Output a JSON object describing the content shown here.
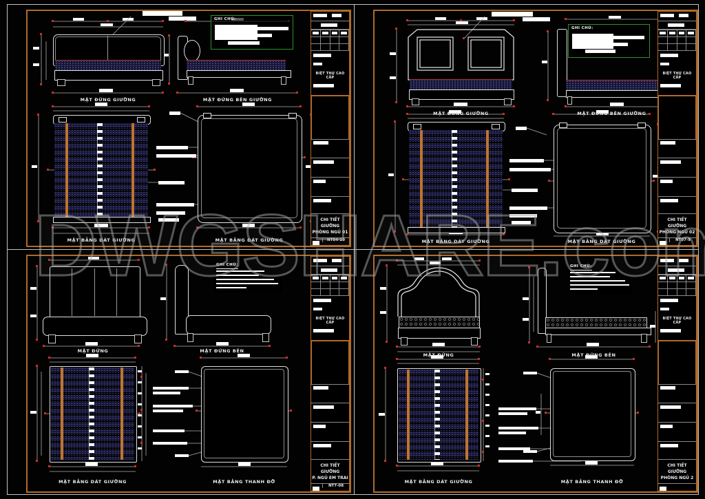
{
  "watermark": "DWGSHARE.com",
  "shared": {
    "note_title": "GHI CHÚ:",
    "company": "BIỆT THỰ CAO CẤP"
  },
  "quadrants": {
    "q1": {
      "front_label": "MẶT ĐỨNG GIƯỜNG",
      "side_label": "MẶT ĐỨNG BÊN GIƯỜNG",
      "plan1_label": "MẶT BẰNG DÁT GIƯỜNG",
      "plan2_label": "MẶT BẰNG DÁT GIƯỜNG",
      "sheet_title_1": "CHI TIẾT GIƯỜNG",
      "sheet_title_2": "PHÒNG NGỦ 01",
      "sheet_no": "NT04-10"
    },
    "q2": {
      "front_label": "MẶT ĐỨNG GIƯỜNG",
      "side_label": "MẶT ĐỨNG BÊN GIƯỜNG",
      "plan1_label": "MẶT BẰNG DÁT GIƯỜNG",
      "plan2_label": "MẶT BẰNG DÁT GIƯỜNG",
      "sheet_title_1": "CHI TIẾT GIƯỜNG",
      "sheet_title_2": "PHÒNG NGỦ 02",
      "sheet_no": "NT07-9"
    },
    "q3": {
      "front_label": "MẶT ĐỨNG",
      "side_label": "MẶT ĐỨNG BÊN",
      "plan1_label": "MẶT BẰNG DÁT GIƯỜNG",
      "plan2_label": "MẶT BẰNG THANH ĐỠ",
      "sheet_title_1": "CHI TIẾT GIƯỜNG",
      "sheet_title_2": "P. NGỦ EM TRAI",
      "sheet_no": "NT7-08"
    },
    "q4": {
      "front_label": "MẶT ĐỨNG",
      "side_label": "MẶT ĐỨNG BÊN",
      "plan1_label": "MẶT BẰNG DÁT GIƯỜNG",
      "plan2_label": "MẶT BẰNG THANH ĐỠ",
      "sheet_title_1": "CHI TIẾT GIƯỜNG",
      "sheet_title_2": "PHÒNG NGỦ 2",
      "sheet_no": ""
    }
  },
  "colors": {
    "background": "#000000",
    "frame_orange": "#b06a28",
    "line_white": "#e8e8e8",
    "slat_navy": "#17173e",
    "rail_orange": "#bf7430",
    "marker_red": "#d22c2c",
    "note_green": "#2f8f2f",
    "mattress_edge_red": "#c03838",
    "watermark_gray": "#a5a5a5"
  }
}
